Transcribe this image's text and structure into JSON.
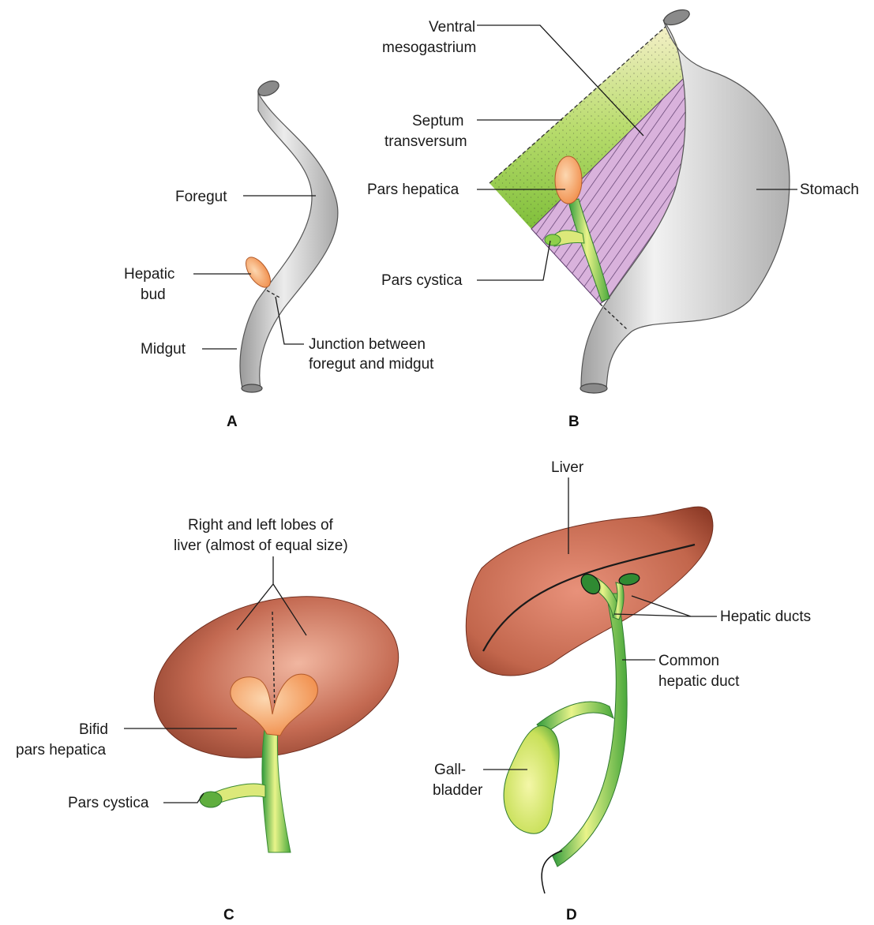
{
  "panels": {
    "a": {
      "letter": "A",
      "labels": {
        "foregut": "Foregut",
        "hepatic_bud_1": "Hepatic",
        "hepatic_bud_2": "bud",
        "midgut": "Midgut",
        "junction_1": "Junction between",
        "junction_2": "foregut and midgut"
      }
    },
    "b": {
      "letter": "B",
      "labels": {
        "ventral_1": "Ventral",
        "ventral_2": "mesogastrium",
        "septum_1": "Septum",
        "septum_2": "transversum",
        "pars_hepatica": "Pars hepatica",
        "pars_cystica": "Pars cystica",
        "stomach": "Stomach"
      }
    },
    "c": {
      "letter": "C",
      "labels": {
        "lobes_1": "Right and left lobes of",
        "lobes_2": "liver (almost of equal size)",
        "bifid_1": "Bifid",
        "bifid_2": "pars hepatica",
        "pars_cystica": "Pars cystica"
      }
    },
    "d": {
      "letter": "D",
      "labels": {
        "liver": "Liver",
        "hepatic_ducts": "Hepatic ducts",
        "common_1": "Common",
        "common_2": "hepatic duct",
        "gall_1": "Gall-",
        "gall_2": "bladder"
      }
    }
  },
  "colors": {
    "gut_gray": "#d4d4d4",
    "bud_orange": "#f5a870",
    "septum_green": "#9ccd4a",
    "mesogastrium_purple": "#d5a9d8",
    "liver_brown": "#b85a42",
    "duct_green": "#cde45a"
  }
}
